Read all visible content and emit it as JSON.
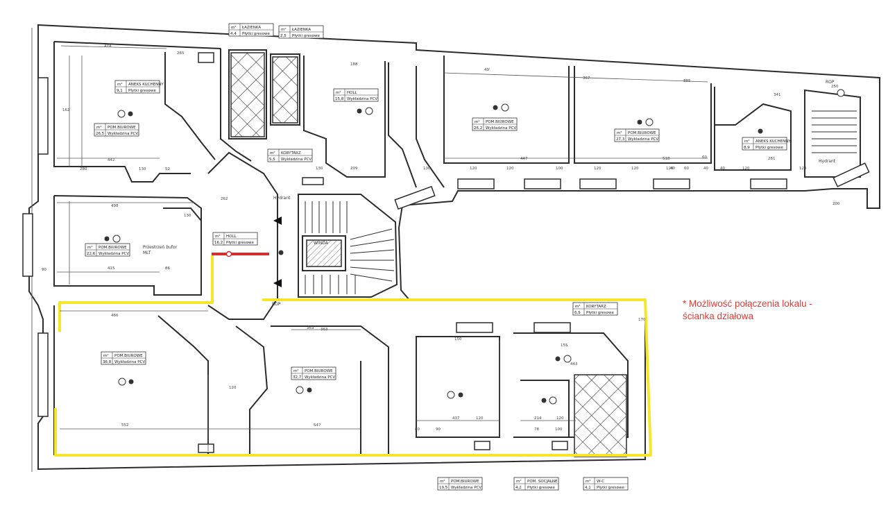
{
  "colors": {
    "wall": "#2b2b2b",
    "outline": "#555555",
    "highlight": "#f5e62a",
    "partition": "#d32f2f",
    "annotation": "#e53935",
    "dimension": "#444444"
  },
  "annotation": {
    "line1": "* Możliwość połączenia lokalu -",
    "line2": "ścianka działowa"
  },
  "rooms": [
    {
      "code": "m²",
      "number": "4,4",
      "name": "ŁAZIENKA",
      "finish": "Płytki gresowe"
    },
    {
      "code": "m²",
      "number": "2,5",
      "name": "ŁAZIENKA",
      "finish": "Płytki gresowe"
    },
    {
      "code": "m²",
      "number": "9,1",
      "name": "ANEKS KUCHENNY",
      "finish": "Płytki gresowe"
    },
    {
      "code": "m²",
      "number": "26,5",
      "name": "POM.BIUROWE",
      "finish": "Wykładzina PCV"
    },
    {
      "code": "m²",
      "number": "15,8",
      "name": "HOLL",
      "finish": "Wykładzina PCV"
    },
    {
      "code": "m²",
      "number": "5,5",
      "name": "KORYTARZ",
      "finish": "Wykładzina PCV"
    },
    {
      "code": "m²",
      "number": "26,2",
      "name": "POM.BIUROWE",
      "finish": "Wykładzina PCV"
    },
    {
      "code": "m²",
      "number": "27,3",
      "name": "POM.BIUROWE",
      "finish": "Wykładzina PCV"
    },
    {
      "code": "m²",
      "number": "8,9",
      "name": "ANEKS KUCHENNY",
      "finish": "Płytki gresowe"
    },
    {
      "code": "m²",
      "number": "22,6",
      "name": "POM.BIUROWE",
      "finish": "Wykładzina PCV"
    },
    {
      "code": "m²",
      "number": "16,2",
      "name": "HOLL",
      "finish": "Płytki gresowe"
    },
    {
      "code": "m²",
      "number": "6,5",
      "name": "KORYTARZ",
      "finish": "Płytki gresowe"
    },
    {
      "code": "m²",
      "number": "36,8",
      "name": "POM.BIUROWE",
      "finish": "Wykładzina PCV"
    },
    {
      "code": "m²",
      "number": "32,7",
      "name": "POM.BIUROWE",
      "finish": "Wykładzina PCV"
    },
    {
      "code": "m²",
      "number": "19,5",
      "name": "POM.BIUROWE",
      "finish": "Wykładzina PCV"
    },
    {
      "code": "m²",
      "number": "4,2",
      "name": "POM. SOCJALNE",
      "finish": "Płytki gresowe"
    },
    {
      "code": "m²",
      "number": "4,1",
      "name": "W-C",
      "finish": "Płytki gresowe"
    }
  ],
  "labels": {
    "elevator": "WINDA",
    "hydrant_a": "Hydrant",
    "hydrant_b": "Hydrant",
    "rop_a": "ROP",
    "rop_b": "ROP",
    "prz_a": "Przestrzeń bufor",
    "prz_b": "MLT"
  },
  "dimensions": [
    "474",
    "265",
    "188",
    "49'",
    "885",
    "341",
    "250",
    "162",
    "442",
    "280",
    "130",
    "52",
    "498",
    "415",
    "90",
    "86",
    "262",
    "130",
    "209",
    "130",
    "120",
    "120",
    "100",
    "120",
    "120",
    "120",
    "120",
    "120",
    "130",
    "367",
    "363",
    "447",
    "518",
    "60",
    "40",
    "40",
    "40",
    "60",
    "466",
    "120",
    "363",
    "552",
    "547",
    "437",
    "120",
    "120",
    "150",
    "80",
    "90",
    "78",
    "200",
    "281",
    "170",
    "155",
    "443",
    "214",
    "100"
  ]
}
